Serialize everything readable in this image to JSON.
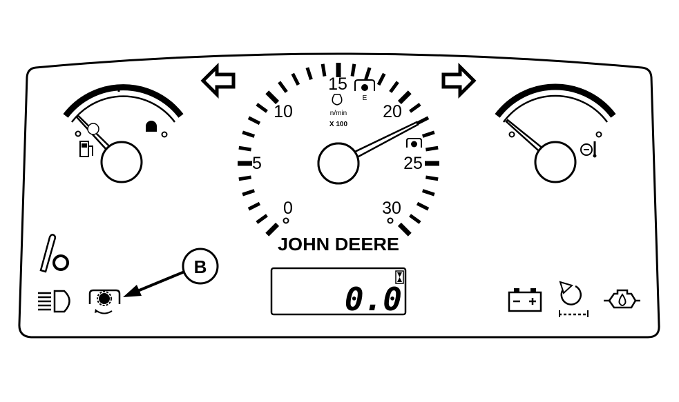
{
  "panel": {
    "brand": "JOHN DEERE",
    "callout_label": "B"
  },
  "tachometer": {
    "scale_labels": [
      "0",
      "5",
      "10",
      "15",
      "20",
      "25",
      "30"
    ],
    "unit_label": "n/min",
    "multiplier_label": "X 100",
    "indicator_e_label": "E",
    "needle_value": 22
  },
  "fuel_gauge": {
    "icon": "fuel-pump-icon",
    "needle_fraction": 0.1
  },
  "temp_gauge": {
    "icon": "coolant-temperature-icon",
    "needle_fraction": 0.05
  },
  "lcd_display": {
    "value": "0.0",
    "mode_icon": "hourglass-icon"
  },
  "indicators": [
    "left-turn-arrow-icon",
    "right-turn-arrow-icon",
    "glow-plug-icon",
    "headlight-icon",
    "pto-icon",
    "battery-charge-icon",
    "transmission-icon",
    "oil-pressure-icon"
  ],
  "colors": {
    "line": "#000000",
    "background": "#ffffff"
  }
}
